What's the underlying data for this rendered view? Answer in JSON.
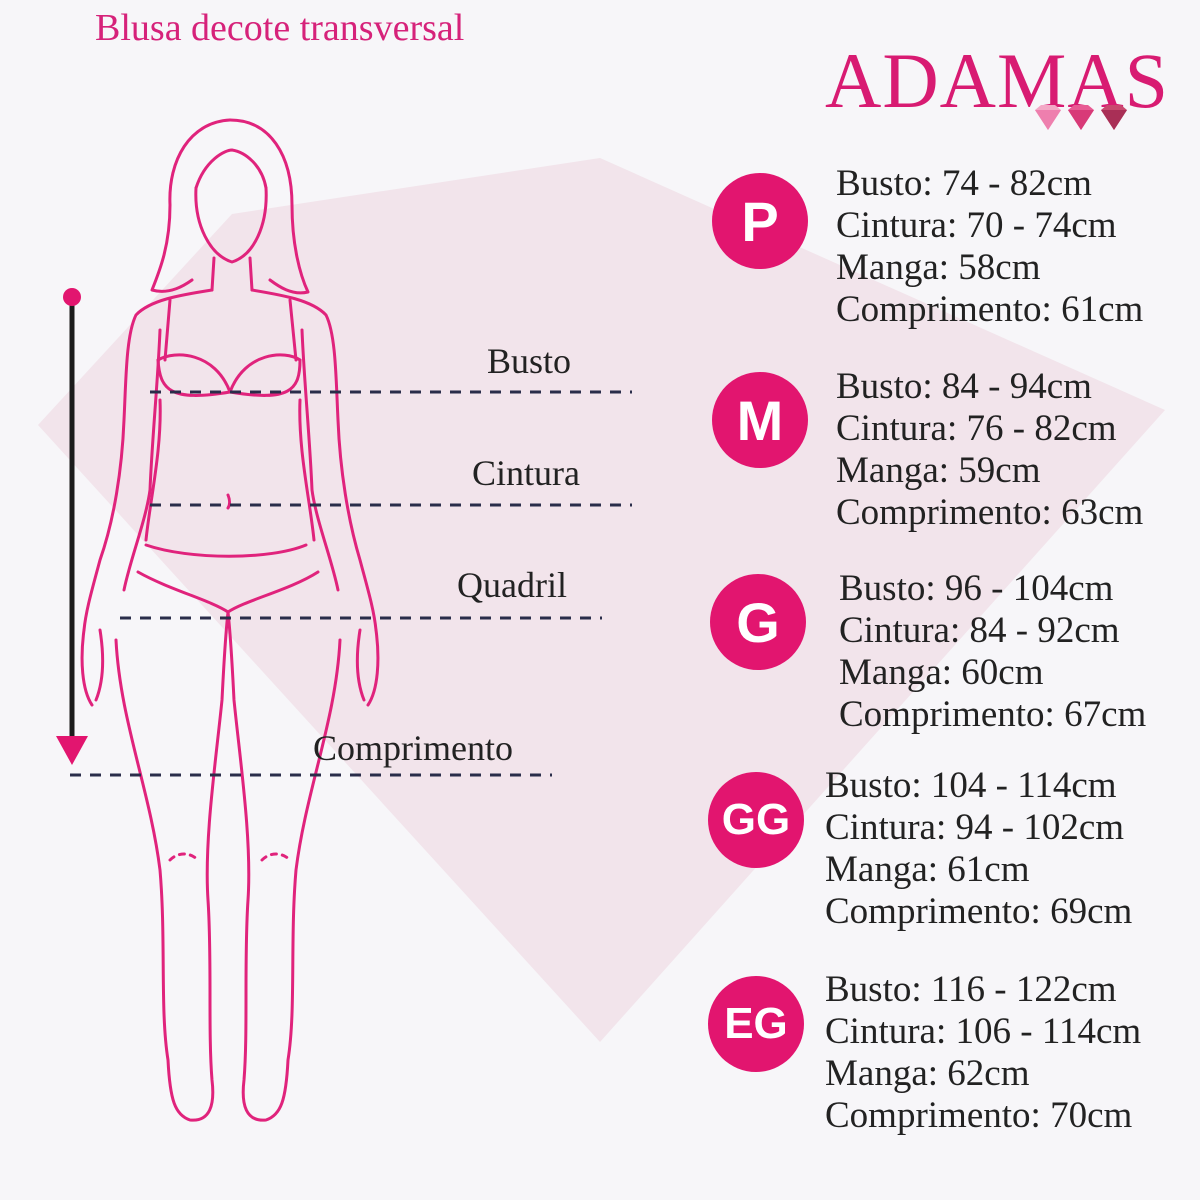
{
  "title": "Blusa decote transversal",
  "brand": "ADAMAS",
  "colors": {
    "accent": "#e2156f",
    "outline": "#e0237c",
    "dash": "#2a2d4a",
    "diamond": "#f0e4ea"
  },
  "icons": [
    "diamond-icon",
    "diamond-icon",
    "diamond-icon",
    "measure-arrow-icon",
    "body-silhouette"
  ],
  "measures": {
    "busto": "Busto",
    "cintura": "Cintura",
    "quadril": "Quadril",
    "comprimento": "Comprimento"
  },
  "sizes": [
    {
      "label": "P",
      "busto": "Busto: 74 - 82cm",
      "cintura": "Cintura: 70 - 74cm",
      "manga": "Manga: 58cm",
      "comprimento": "Comprimento: 61cm"
    },
    {
      "label": "M",
      "busto": "Busto: 84 - 94cm",
      "cintura": "Cintura: 76 - 82cm",
      "manga": "Manga: 59cm",
      "comprimento": "Comprimento: 63cm"
    },
    {
      "label": "G",
      "busto": "Busto: 96 - 104cm",
      "cintura": "Cintura: 84 - 92cm",
      "manga": "Manga: 60cm",
      "comprimento": "Comprimento: 67cm"
    },
    {
      "label": "GG",
      "busto": "Busto: 104 - 114cm",
      "cintura": "Cintura: 94 - 102cm",
      "manga": "Manga: 61cm",
      "comprimento": "Comprimento: 69cm"
    },
    {
      "label": "EG",
      "busto": "Busto: 116 - 122cm",
      "cintura": "Cintura: 106 - 114cm",
      "manga": "Manga: 62cm",
      "comprimento": "Comprimento: 70cm"
    }
  ]
}
